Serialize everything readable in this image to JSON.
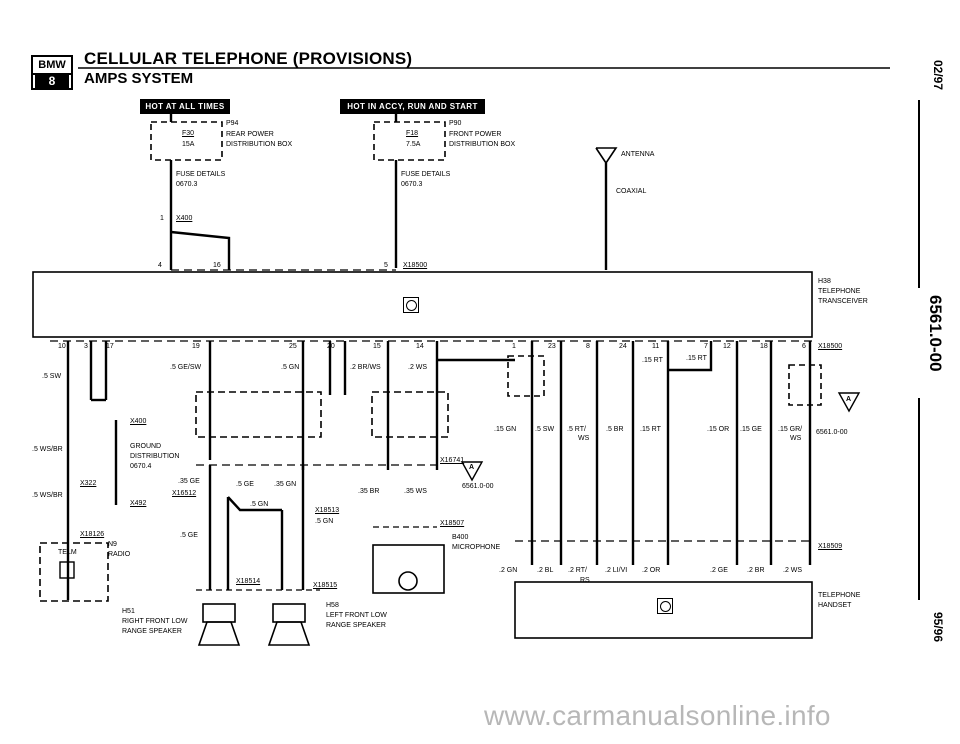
{
  "header": {
    "logo_top": "BMW",
    "logo_bottom": "8",
    "title": "CELLULAR TELEPHONE (PROVISIONS)",
    "subtitle": "AMPS SYSTEM"
  },
  "side": {
    "date_top": "02/97",
    "page_number": "6561.0-00",
    "date_bottom": "95/96"
  },
  "power": {
    "hot_always": "HOT AT ALL TIMES",
    "hot_run": "HOT IN ACCY, RUN AND START"
  },
  "fuses": {
    "f30_conn": "P94",
    "f30_name": "F30",
    "f30_amp": "15A",
    "f30_box1": "REAR POWER",
    "f30_box2": "DISTRIBUTION BOX",
    "f30_details": "FUSE DETAILS",
    "f30_ref": "0670.3",
    "f18_conn": "P90",
    "f18_name": "F18",
    "f18_amp": "7.5A",
    "f18_box1": "FRONT POWER",
    "f18_box2": "DISTRIBUTION BOX",
    "f18_details": "FUSE DETAILS",
    "f18_ref": "0670.3"
  },
  "antenna": {
    "label": "ANTENNA",
    "cable": "COAXIAL"
  },
  "connectors": {
    "x400_pin": "1",
    "x400": "X400",
    "x18500_top": "X18500",
    "pin4": "4",
    "pin16": "16",
    "pin5": "5",
    "x18500_right": "X18500",
    "x400b": "X400",
    "x322": "X322",
    "x492": "X492",
    "x18126": "X18126",
    "x16512": "X16512",
    "x16741": "X16741",
    "x18513": "X18513",
    "x18514": "X18514",
    "x18515": "X18515",
    "x18507": "X18507",
    "x18509": "X18509"
  },
  "transceiver": {
    "code": "H38",
    "line1": "TELEPHONE",
    "line2": "TRANSCEIVER",
    "pins": [
      "10",
      "3",
      "17",
      "19",
      "25",
      "20",
      "15",
      "14",
      "1",
      "23",
      "8",
      "24",
      "11",
      "7",
      "12",
      "18",
      "6"
    ]
  },
  "wires": {
    "sw5": ".5 SW",
    "gesw": ".5 GE/SW",
    "gn5": ".5 GN",
    "brws2": ".2 BR/WS",
    "ws2": ".2 WS",
    "rt15a": ".15 RT",
    "rt15b": ".15 RT",
    "gn15": ".15 GN",
    "sw5b": ".5 SW",
    "rtws": ".5 RT/",
    "rtws2": "WS",
    "br5": ".5 BR",
    "rt15c": ".15 RT",
    "or15": ".15 OR",
    "ge15": ".15 GE",
    "grws": ".15 GR/",
    "grws2": "WS",
    "wsbr": ".5 WS/BR",
    "wsbr2": ".5 WS/BR",
    "ge35": ".35 GE",
    "ge5": ".5 GE",
    "gn35": ".35 GN",
    "gn5b": ".5 GN",
    "gn5c": ".5 GN",
    "br35": ".35 BR",
    "ws35": ".35 WS",
    "ge5b": ".5 GE",
    "gn2": ".2 GN",
    "bl2": ".2 BL",
    "rtrs": ".2 RT/",
    "rtrs2": "RS",
    "livi": ".2 LI/VI",
    "or2": ".2 OR",
    "ge2": ".2 GE",
    "br2": ".2 BR",
    "ws2b": ".2 WS"
  },
  "labels": {
    "ground1": "GROUND",
    "ground2": "DISTRIBUTION",
    "ground3": "0670.4",
    "ref6561": "6561.0-00",
    "ref6561b": "6561.0-00",
    "n9": "N9",
    "radio": "RADIO",
    "telm": "TELM",
    "b400": "B400",
    "microphone": "MICROPHONE",
    "handset1": "TELEPHONE",
    "handset2": "HANDSET",
    "h51": "H51",
    "h51a": "RIGHT FRONT LOW",
    "h51b": "RANGE SPEAKER",
    "h58": "H58",
    "h58a": "LEFT FRONT LOW",
    "h58b": "RANGE SPEAKER",
    "callout": "A"
  },
  "watermark": "www.carmanualsonline.info"
}
